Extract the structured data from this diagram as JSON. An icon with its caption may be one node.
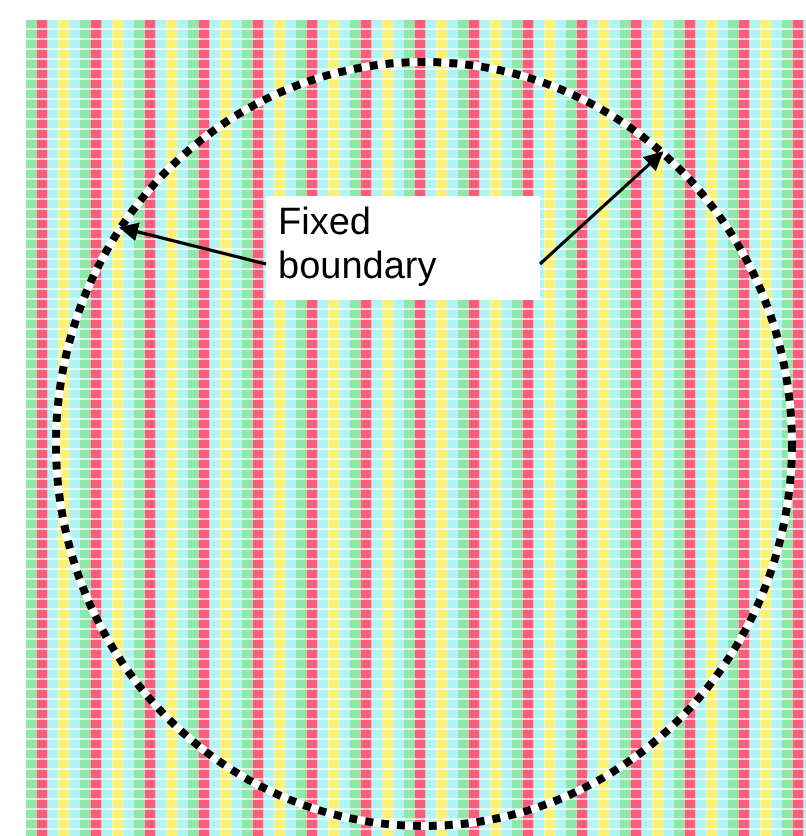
{
  "diagram": {
    "nodes": [
      {
        "text": [],
        "shape": "circle"
      },
      {
        "text": [
          "Fixed boundary"
        ],
        "in": 0
      }
    ],
    "edges": [
      {
        "from": 1,
        "to": 0,
        "arrow": "to"
      },
      {
        "from": 1,
        "to": 0,
        "arrow": "to"
      }
    ]
  }
}
